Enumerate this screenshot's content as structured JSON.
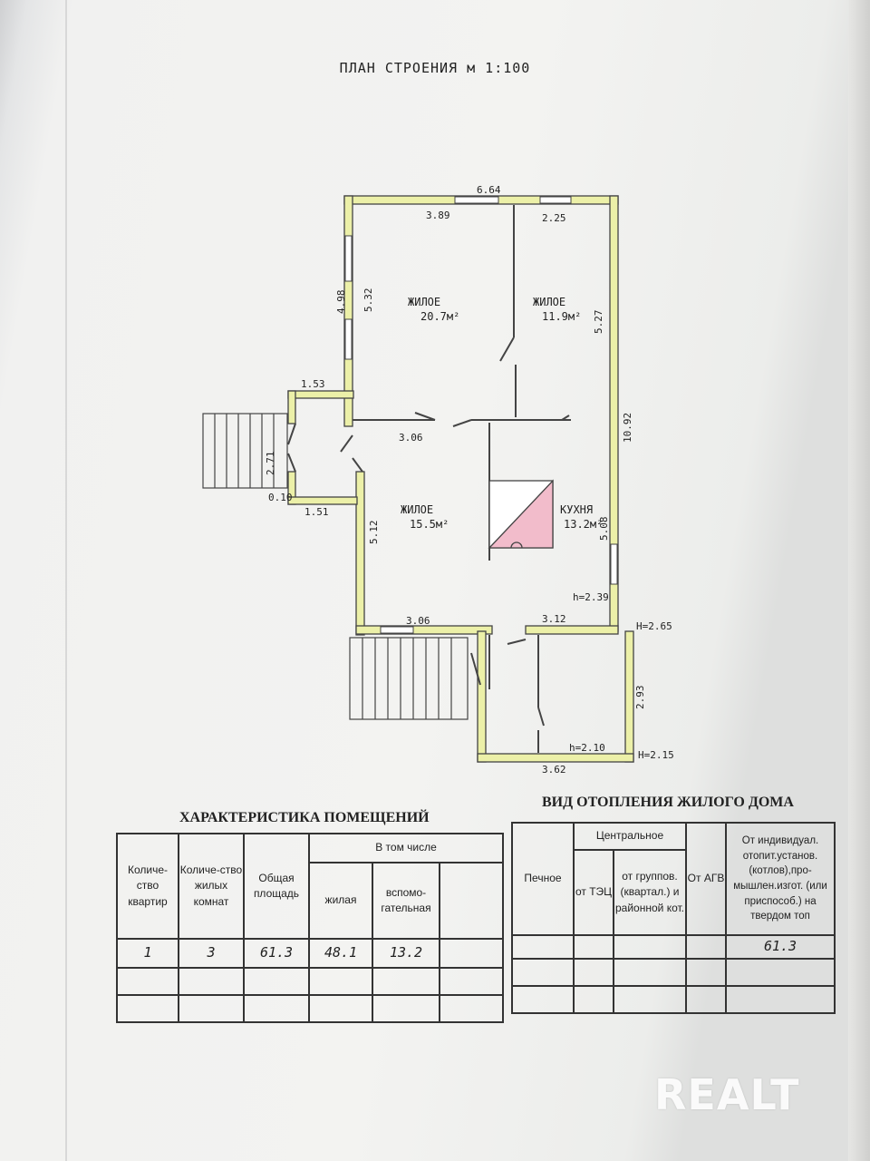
{
  "plan": {
    "title": "ПЛАН СТРОЕНИЯ м 1:100",
    "rooms": [
      {
        "label": "ЖИЛОЕ",
        "area": "20.7м²"
      },
      {
        "label": "ЖИЛОЕ",
        "area": "11.9м²"
      },
      {
        "label": "ЖИЛОЕ",
        "area": "15.5м²"
      },
      {
        "label": "КУХНЯ",
        "area": "13.2м²"
      }
    ],
    "dimensions": {
      "top_total": "6.64",
      "top_left": "3.89",
      "top_right": "2.25",
      "left_outer": "4.98",
      "left_inner": "5.32",
      "right_room": "5.27",
      "right_total": "10.92",
      "mid_left": "3.06",
      "porch_top": "1.53",
      "porch_side": "2.71",
      "porch_step": "0.10",
      "porch_bottom": "1.51",
      "lower_left": "5.12",
      "kitchen_side": "5.08",
      "lower_left_bottom": "3.06",
      "lower_right_bottom": "3.12",
      "annex_side": "2.93",
      "annex_bottom": "3.62"
    },
    "heights": {
      "h_kitchen": "h=2.39",
      "H_main": "H=2.65",
      "h_annex": "h=2.10",
      "H_annex": "H=2.15"
    }
  },
  "characteristics": {
    "title": "ХАРАКТЕРИСТИКА ПОМЕЩЕНИЙ",
    "headers": {
      "apartments": "Количе-ство квартир",
      "rooms": "Количе-ство жилых комнат",
      "total": "Общая площадь",
      "including": "В том числе",
      "living": "жилая",
      "auxiliary": "вспомо-гательная"
    },
    "row": {
      "apartments": "1",
      "rooms": "3",
      "total": "61.3",
      "living": "48.1",
      "auxiliary": "13.2"
    }
  },
  "heating": {
    "title": "ВИД ОТОПЛЕНИЯ ЖИЛОГО ДОМА",
    "headers": {
      "stove": "Печное",
      "central": "Центральное",
      "tec": "от ТЭЦ",
      "group": "от группов. (квартал.) и районной кот.",
      "agv": "От АГВ",
      "individual": "От индивидуал. отопит.установ. (котлов),про-мышлен.изгот. (или приспособ.) на твердом топ"
    },
    "row": {
      "individual": "61.3"
    }
  },
  "watermark": "REALT",
  "colors": {
    "wall_fill": "#ecf0a8",
    "wall_line": "#444444",
    "stove_fill": "#f2bccb"
  }
}
